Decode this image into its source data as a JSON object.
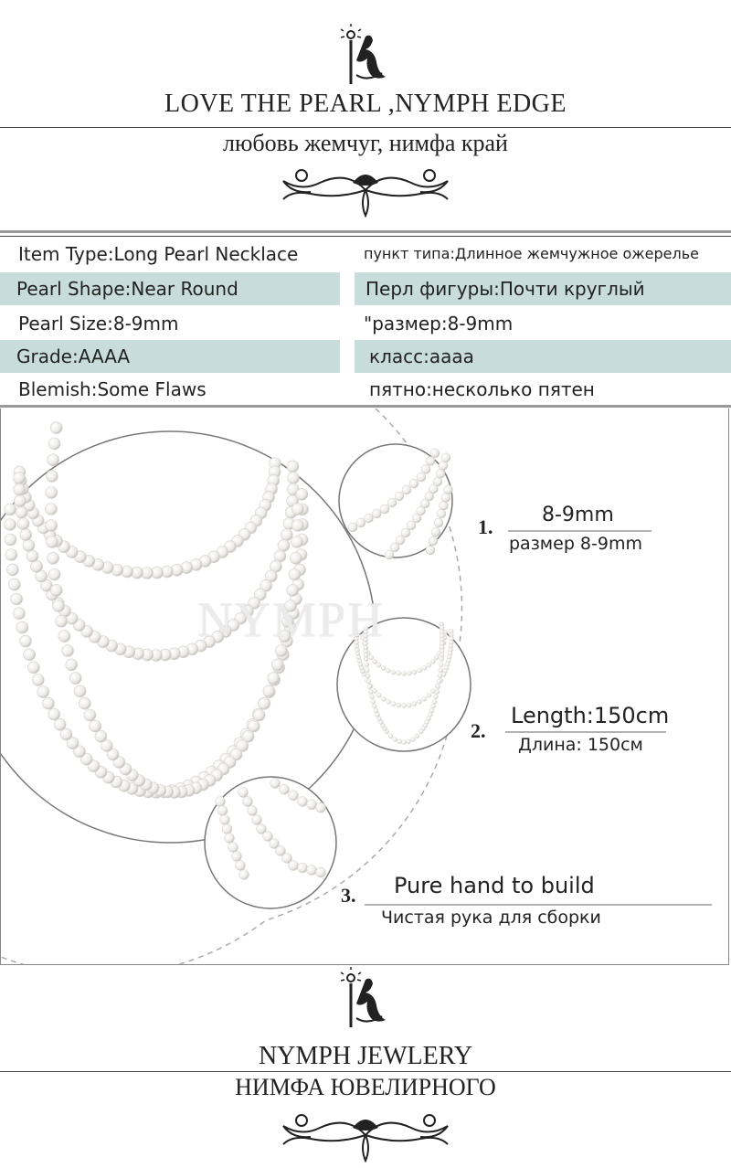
{
  "header": {
    "title_en": "LOVE THE PEARL ,NYMPH EDGE",
    "title_ru": "любовь жемчуг, нимфа край"
  },
  "specs": [
    {
      "en": "Item Type:Long Pearl Necklace",
      "ru": "пункт типа:Длинное жемчужное ожерелье",
      "shaded": false
    },
    {
      "en": "Pearl Shape:Near Round",
      "ru": "Перл фигуры:Почти круглый",
      "shaded": true
    },
    {
      "en": "Pearl Size:8-9mm",
      "ru": "\"размер:8-9mm",
      "shaded": false
    },
    {
      "en": "Grade:AAAA",
      "ru": "класс:аааа",
      "shaded": true
    },
    {
      "en": "Blemish:Some Flaws",
      "ru": "пятно:несколько пятен",
      "shaded": false
    }
  ],
  "watermark": "NYMPH",
  "features": [
    {
      "number": "1.",
      "title": "8-9mm",
      "subtitle": "размер 8-9mm"
    },
    {
      "number": "2.",
      "title": "Length:150cm",
      "subtitle": "Длина: 150см"
    },
    {
      "number": "3.",
      "title": "Pure hand to build",
      "subtitle": "Чистая рука для сборки"
    }
  ],
  "footer": {
    "brand_en": "NYMPH JEWLERY",
    "brand_ru": "НИМФА ЮВЕЛИРНОГО"
  },
  "colors": {
    "shaded_row": "#c8dcdc",
    "rule": "#444444",
    "text": "#222222"
  }
}
